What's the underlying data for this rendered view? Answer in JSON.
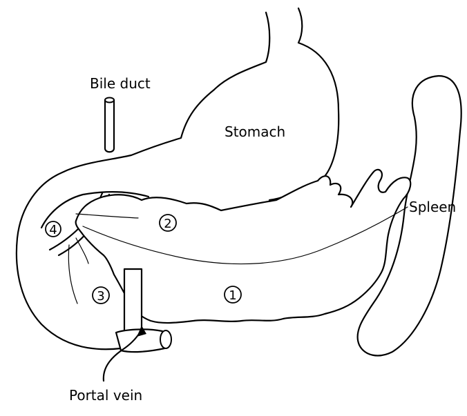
{
  "labels": {
    "bile_duct": "Bile duct",
    "stomach": "Stomach",
    "spleen": "Spleen",
    "portal_vein": "Portal vein"
  },
  "markers": {
    "m1": "1",
    "m2": "2",
    "m3": "3",
    "m4": "4"
  }
}
